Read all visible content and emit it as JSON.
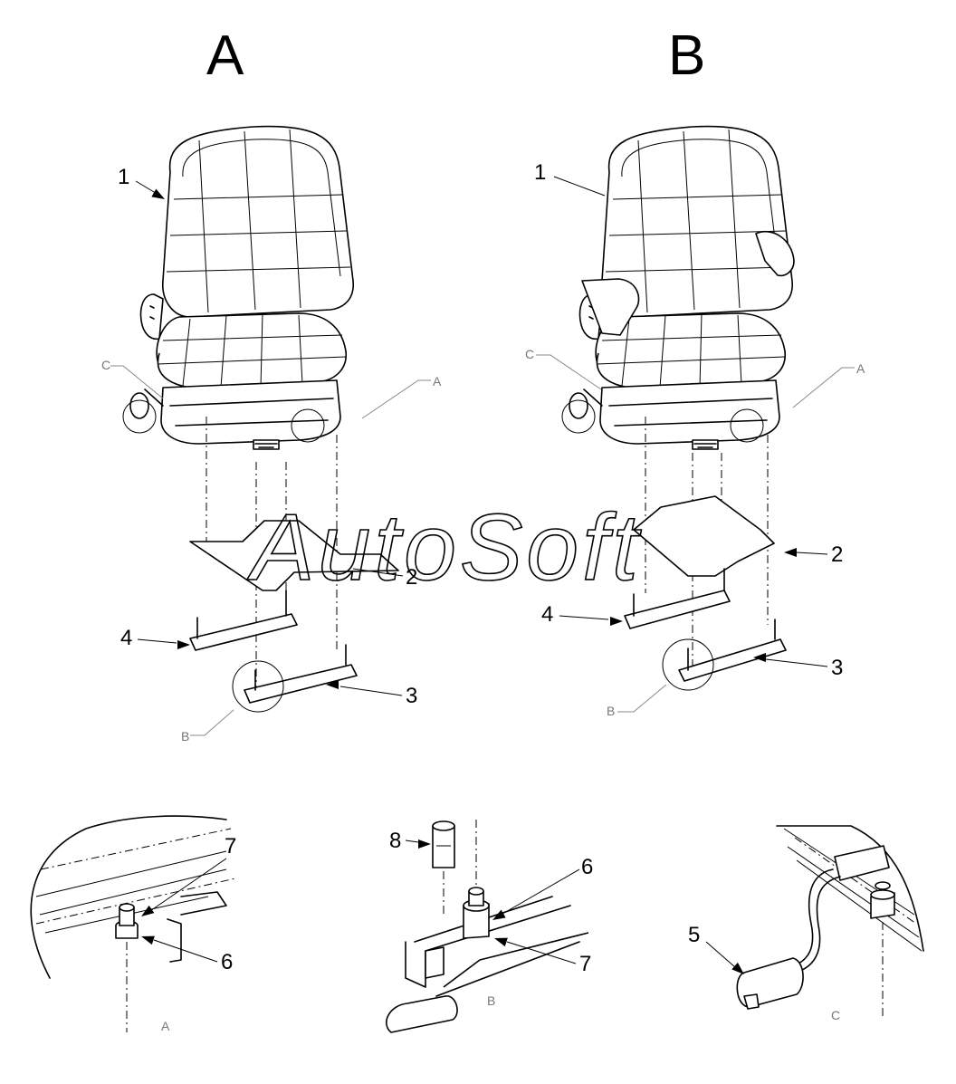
{
  "views": {
    "a": {
      "title": "A"
    },
    "b": {
      "title": "B"
    }
  },
  "callouts": {
    "seat": "1",
    "plate": "2",
    "rail_right": "3",
    "rail_left": "4",
    "cable": "5",
    "washer": "6",
    "nut": "7",
    "bolt": "8"
  },
  "detail_letters": {
    "a": "A",
    "b": "B",
    "c": "C"
  },
  "watermark": "AutoSoft"
}
